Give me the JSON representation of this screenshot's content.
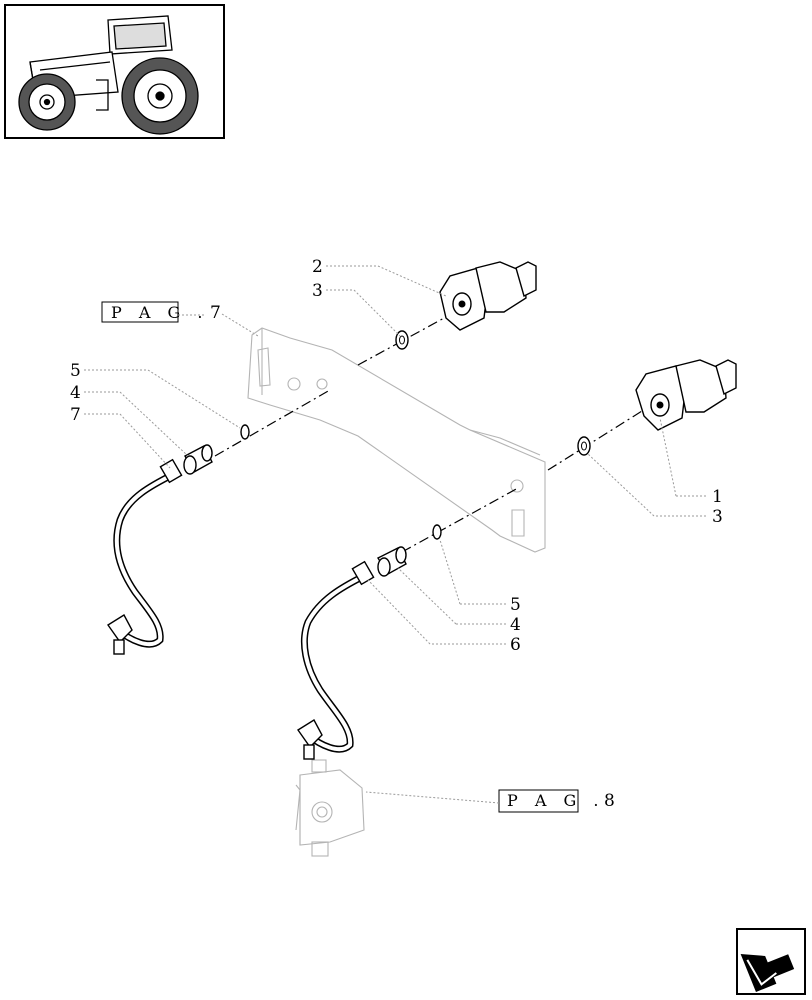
{
  "thumbnail": {
    "icon": "tractor-icon"
  },
  "references": [
    {
      "prefix": "P A G .",
      "page": "7"
    },
    {
      "prefix": "P A G .",
      "page": "8"
    }
  ],
  "callouts": {
    "c2_top": "2",
    "c3_top": "3",
    "c5_left": "5",
    "c4_left": "4",
    "c7_left": "7",
    "c1_right": "1",
    "c3_right": "3",
    "c5_bottom": "5",
    "c4_bottom": "4",
    "c6_bottom": "6"
  },
  "nav": {
    "icon": "next-page-arrow-icon"
  }
}
